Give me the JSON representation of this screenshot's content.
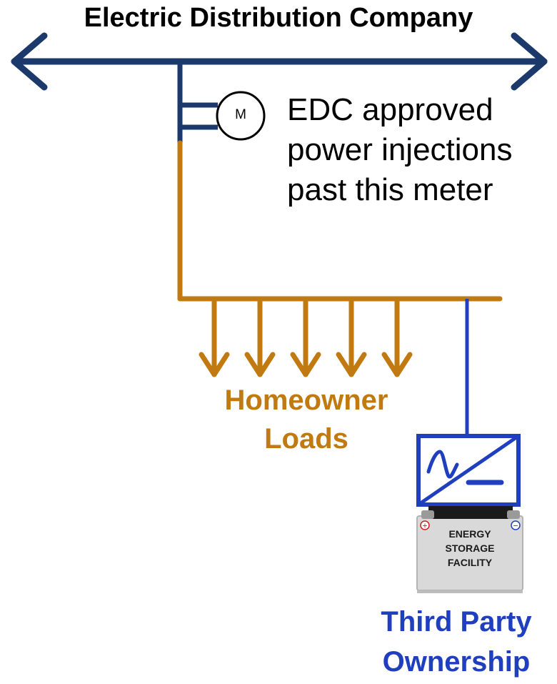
{
  "title": "Electric Distribution Company",
  "meter": {
    "label": "M"
  },
  "note": [
    "EDC approved",
    "power injections",
    "past this meter"
  ],
  "loads": {
    "line1": "Homeowner",
    "line2": "Loads"
  },
  "battery": {
    "line1": "ENERGY",
    "line2": "STORAGE",
    "line3": "FACILITY",
    "plus": "+",
    "minus": "−"
  },
  "owner": {
    "line1": "Third Party",
    "line2": "Ownership"
  },
  "colors": {
    "grid": "#1b3a6b",
    "home": "#c07a10",
    "third_party": "#1f3fbf",
    "battery": "#d9d9d9"
  },
  "icons": {
    "meter": "meter-circle-icon",
    "inverter": "inverter-icon",
    "battery": "battery-icon"
  }
}
